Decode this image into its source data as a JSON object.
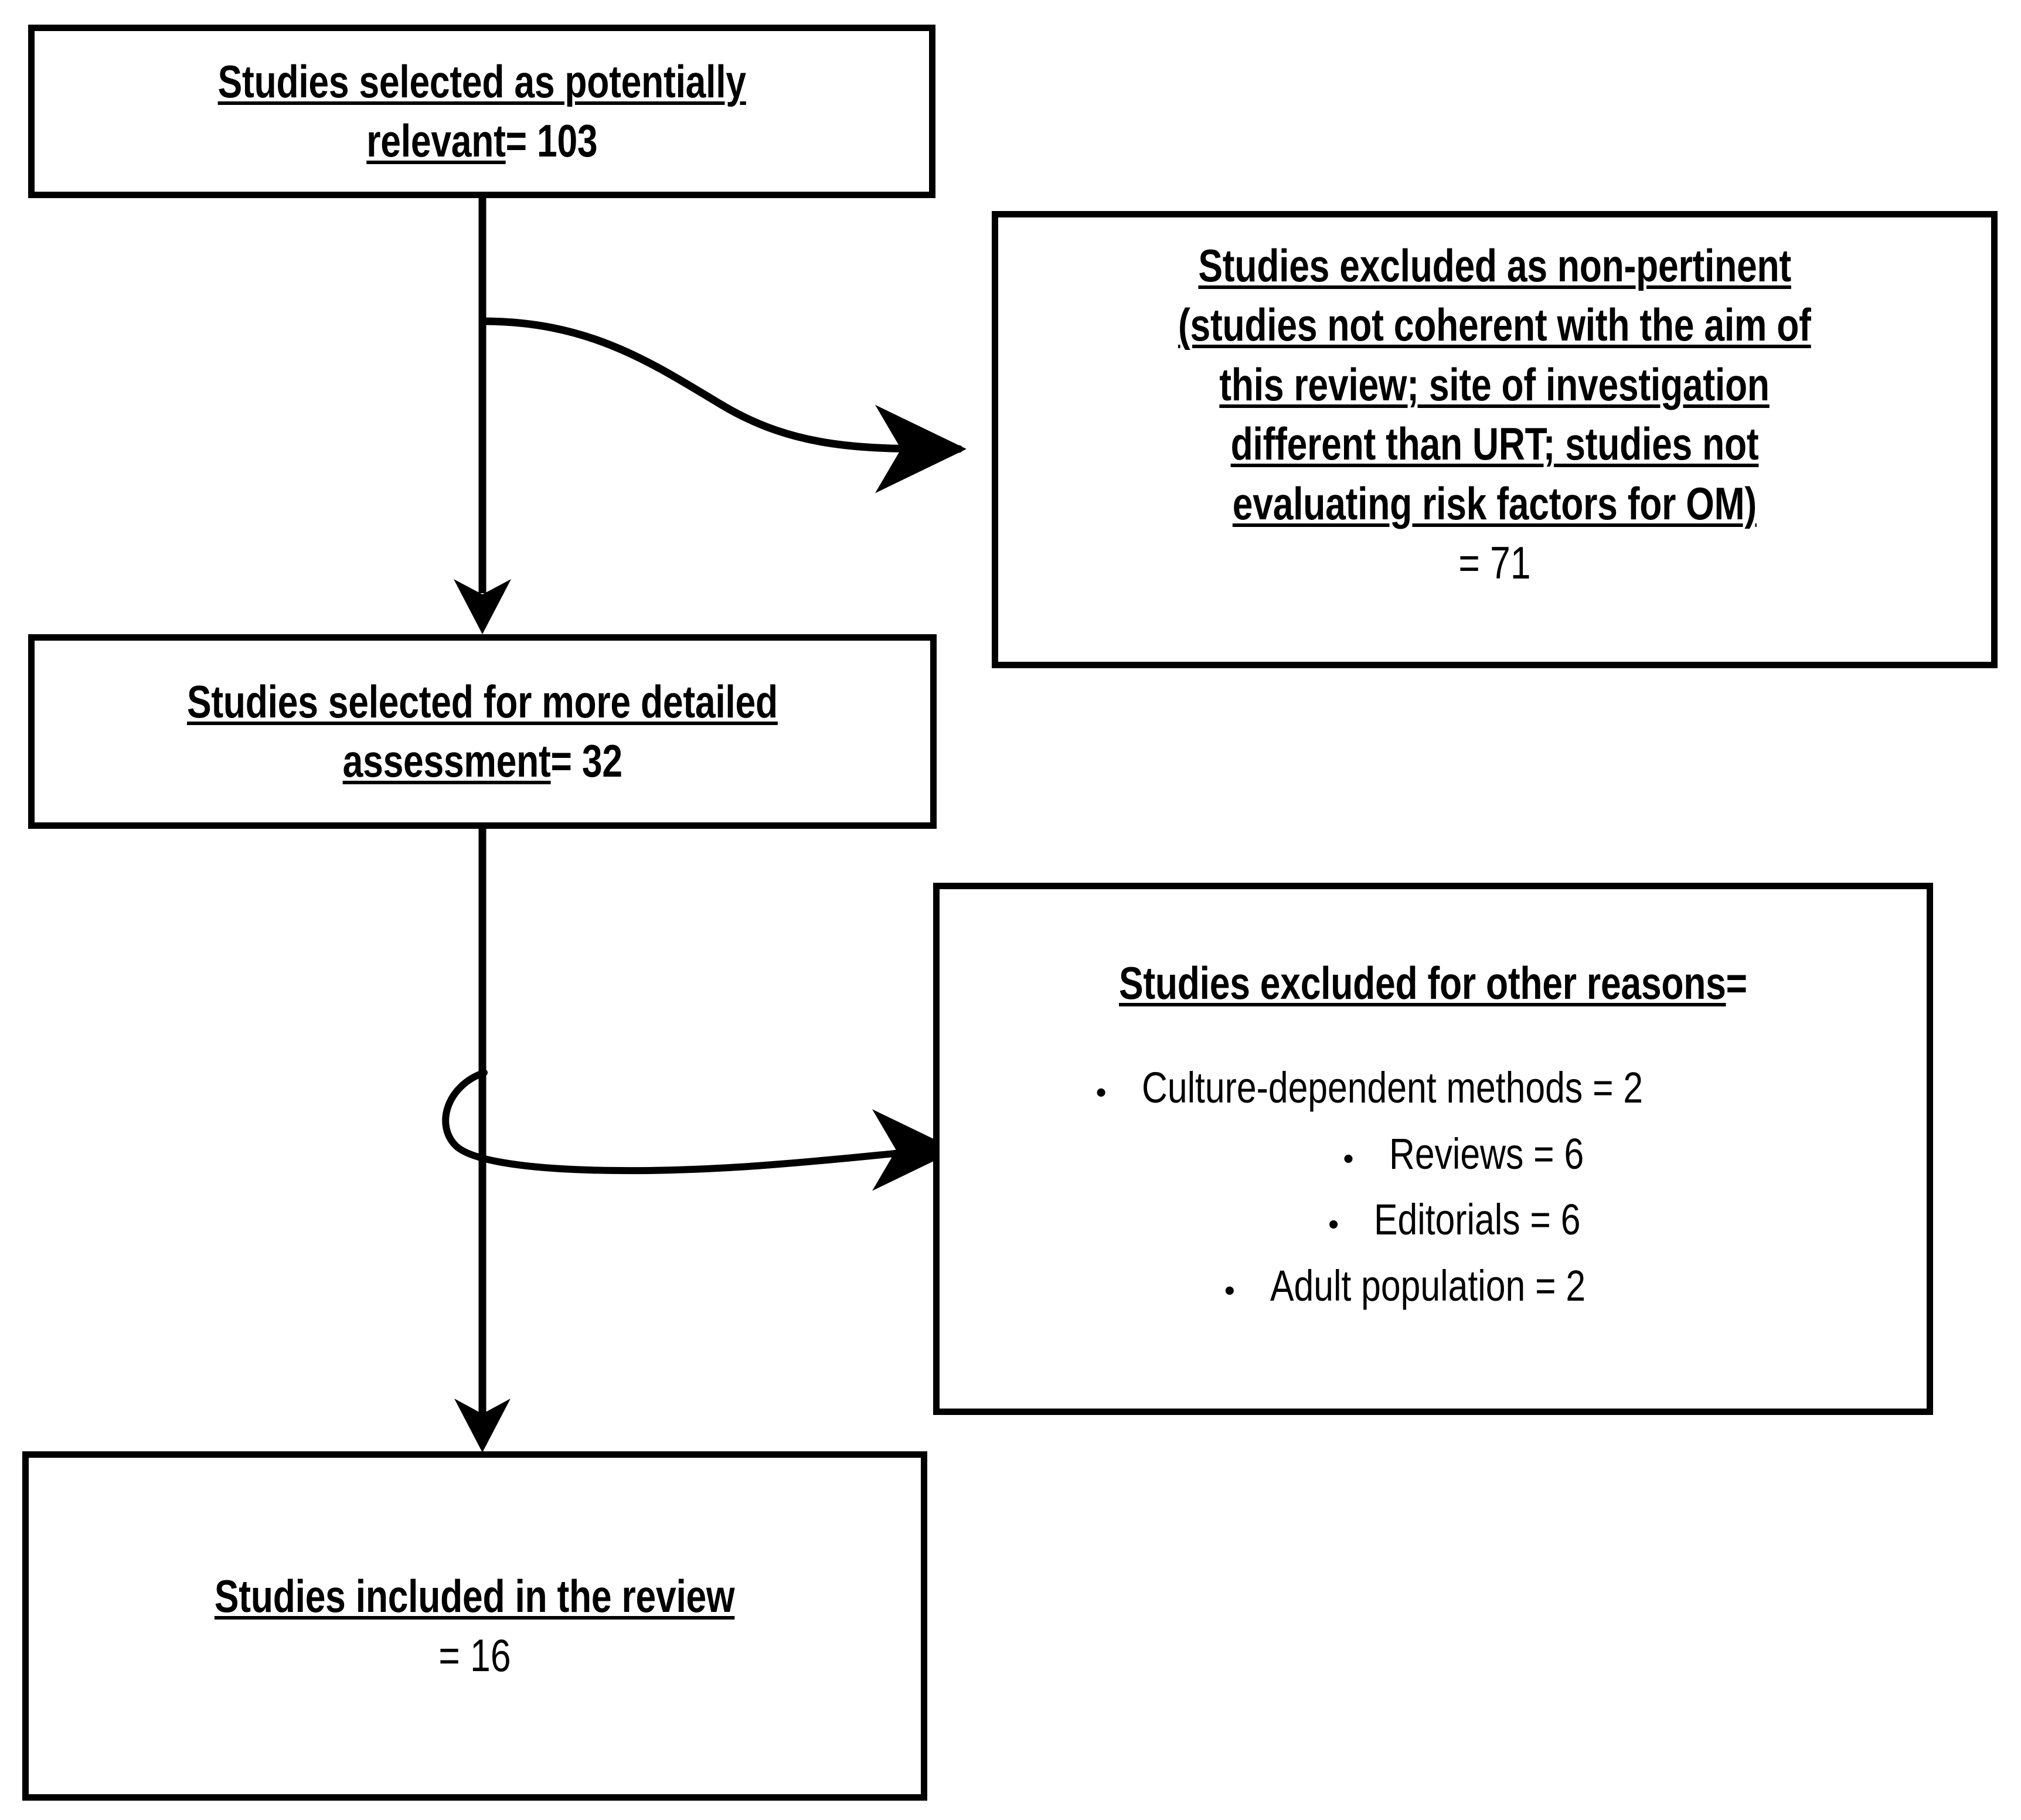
{
  "diagram": {
    "title": "PRISMA-style study selection flow diagram",
    "stroke_color": "#000000",
    "background_color": "#ffffff",
    "boxes": {
      "potentially_relevant": {
        "heading": "Studies selected as potentially",
        "line2_underlined": "relevant",
        "line2_value": "= 103",
        "count": 103
      },
      "excluded_non_pertinent": {
        "line1": "Studies excluded as non-pertinent",
        "line2": "(studies not coherent with the aim of",
        "line3": "this review; site of investigation",
        "line4": "different than URT; studies not",
        "line5": "evaluating risk factors for OM)",
        "total": "=  71",
        "count": 71
      },
      "detailed_assessment": {
        "heading": "Studies selected for more detailed",
        "line2_underlined": "assessment",
        "line2_value": "= 32",
        "count": 32
      },
      "excluded_other_reasons": {
        "heading": "Studies excluded for other reasons",
        "heading_suffix": "=",
        "bullets": [
          {
            "label": "Culture-dependent methods = 2",
            "reason": "Culture-dependent methods",
            "count": 2
          },
          {
            "label": "Reviews =  6",
            "reason": "Reviews",
            "count": 6
          },
          {
            "label": "Editorials = 6",
            "reason": "Editorials",
            "count": 6
          },
          {
            "label": "Adult population  = 2",
            "reason": "Adult population",
            "count": 2
          }
        ],
        "bullet_glyph": "•"
      },
      "included_in_review": {
        "heading": "Studies included in the review",
        "value": "= 16",
        "count": 16
      }
    },
    "connectors": [
      {
        "name": "arrow-relevant-to-assessment",
        "type": "straight-down-arrow"
      },
      {
        "name": "arrow-relevant-to-excluded-nonpertinent",
        "type": "s-curve-arrow"
      },
      {
        "name": "arrow-assessment-to-included",
        "type": "straight-down-arrow"
      },
      {
        "name": "arrow-assessment-to-excluded-other",
        "type": "looped-curve-arrow"
      }
    ]
  }
}
